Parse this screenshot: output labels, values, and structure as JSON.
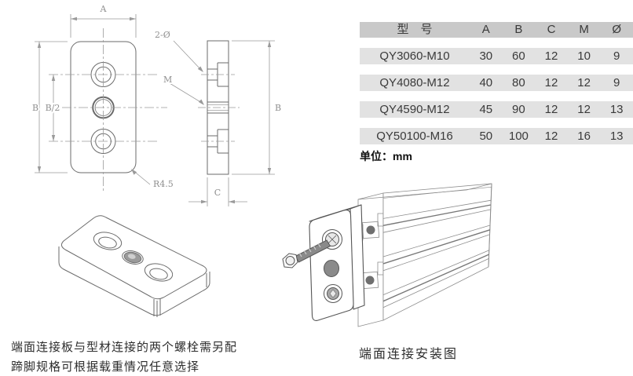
{
  "table": {
    "headers": [
      "型　号",
      "A",
      "B",
      "C",
      "M",
      "Ø"
    ],
    "rows": [
      [
        "QY3060-M10",
        "30",
        "60",
        "12",
        "10",
        "9"
      ],
      [
        "QY4080-M12",
        "40",
        "80",
        "12",
        "12",
        "9"
      ],
      [
        "QY4590-M12",
        "45",
        "90",
        "12",
        "12",
        "13"
      ],
      [
        "QY50100-M16",
        "50",
        "100",
        "12",
        "16",
        "13"
      ]
    ],
    "unit": "单位：mm",
    "header_bg": "#c9c9c9",
    "row_bg": "#e2e2e2"
  },
  "drawing": {
    "labels": {
      "dim_a": "A",
      "dim_b": "B",
      "dim_b_half": "B/2",
      "dim_b_side": "B",
      "dim_c": "C",
      "holes": "2-Ø",
      "thread": "M",
      "corner_radius": "R4.5"
    }
  },
  "captions": {
    "note_line1": "端面连接板与型材连接的两个螺栓需另配",
    "note_line2": "蹄脚规格可根据载重情况任意选择",
    "assembly": "端面连接安装图"
  }
}
